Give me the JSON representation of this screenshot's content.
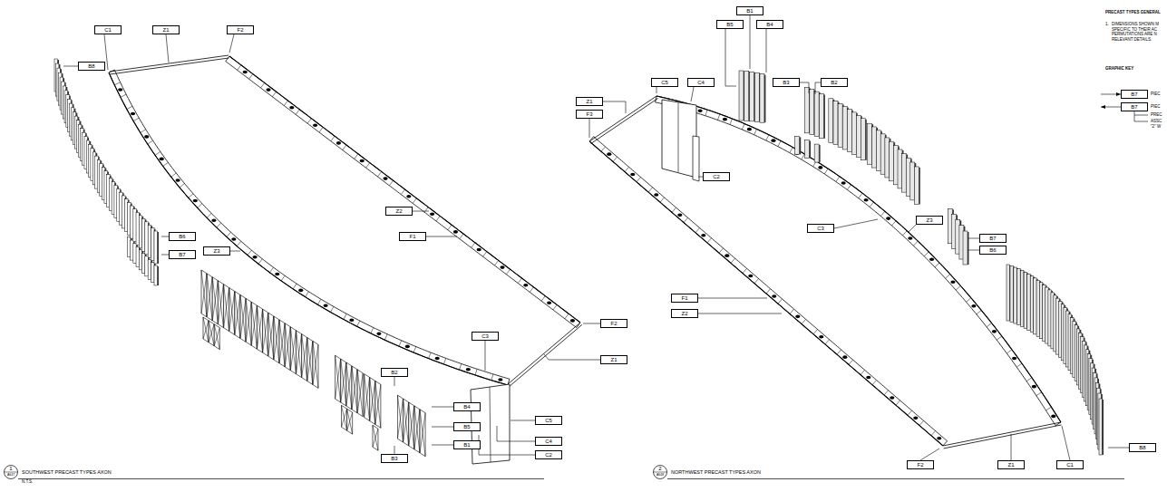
{
  "diagram": {
    "nodes": [
      {
        "text": [
          "C1"
        ]
      },
      {
        "text": [
          "Z1"
        ]
      },
      {
        "text": [
          "F2"
        ]
      },
      {
        "text": [
          "B8"
        ]
      },
      {
        "text": [
          "Z2"
        ]
      },
      {
        "text": [
          "F1"
        ]
      },
      {
        "text": [
          "B6"
        ]
      },
      {
        "text": [
          "B7"
        ]
      },
      {
        "text": [
          "Z3"
        ]
      },
      {
        "text": [
          "C3"
        ]
      },
      {
        "text": [
          "F2"
        ]
      },
      {
        "text": [
          "Z1"
        ]
      },
      {
        "text": [
          "B2"
        ]
      },
      {
        "text": [
          "B4"
        ]
      },
      {
        "text": [
          "B5"
        ]
      },
      {
        "text": [
          "B1"
        ]
      },
      {
        "text": [
          "C5"
        ]
      },
      {
        "text": [
          "C4"
        ]
      },
      {
        "text": [
          "C2"
        ]
      },
      {
        "text": [
          "B3"
        ]
      },
      {
        "text": [
          "B1"
        ]
      },
      {
        "text": [
          "B5"
        ]
      },
      {
        "text": [
          "B4"
        ]
      },
      {
        "text": [
          "C5"
        ]
      },
      {
        "text": [
          "C4"
        ]
      },
      {
        "text": [
          "B3"
        ]
      },
      {
        "text": [
          "B2"
        ]
      },
      {
        "text": [
          "Z1"
        ]
      },
      {
        "text": [
          "F3"
        ]
      },
      {
        "text": [
          "C2"
        ]
      },
      {
        "text": [
          "C3"
        ]
      },
      {
        "text": [
          "Z3"
        ]
      },
      {
        "text": [
          "B7"
        ]
      },
      {
        "text": [
          "B6"
        ]
      },
      {
        "text": [
          "F1"
        ]
      },
      {
        "text": [
          "Z2"
        ]
      },
      {
        "text": [
          "B8"
        ]
      },
      {
        "text": [
          "F2"
        ]
      },
      {
        "text": [
          "Z1"
        ]
      },
      {
        "text": [
          "C1"
        ]
      },
      {
        "text": [
          "B7"
        ]
      },
      {
        "text": [
          "B7"
        ]
      }
    ],
    "labels": [
      "1",
      "A647",
      "SOUTHWEST PRECAST TYPES AXON",
      "N.T.S.",
      "2",
      "A648",
      "NORTHWEST PRECAST TYPES AXON",
      "PRECAST TYPES GENERAL",
      "1.",
      "DIMENSIONS SHOWN M",
      "SPECIFIC TO THEIR AC",
      "PERMUTATIONS ARE N",
      "RELEVANT DETAILS.",
      "GRAPHIC KEY",
      "PIEC",
      "PIEC",
      "PREC",
      "ASSC",
      "\"2\" W"
    ]
  }
}
